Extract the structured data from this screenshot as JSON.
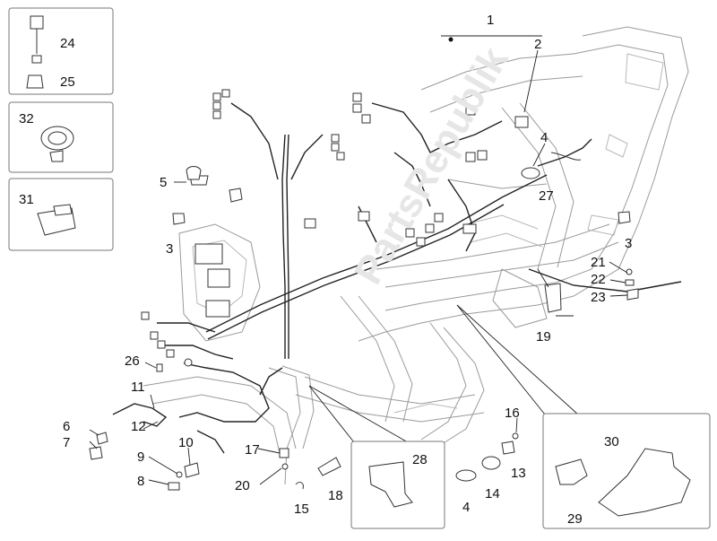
{
  "diagram": {
    "watermark": "PartsRepublik",
    "labels": {
      "l1": "1",
      "l2": "2",
      "l3a": "3",
      "l3b": "3",
      "l4a": "4",
      "l4b": "4",
      "l5": "5",
      "l6": "6",
      "l7": "7",
      "l8": "8",
      "l9": "9",
      "l10": "10",
      "l11": "11",
      "l12": "12",
      "l13": "13",
      "l14": "14",
      "l15": "15",
      "l16": "16",
      "l17": "17",
      "l18": "18",
      "l19": "19",
      "l20": "20",
      "l21": "21",
      "l22": "22",
      "l23": "23",
      "l24": "24",
      "l25": "25",
      "l26": "26",
      "l27": "27",
      "l28": "28",
      "l29": "29",
      "l30": "30",
      "l31": "31",
      "l32": "32"
    }
  }
}
